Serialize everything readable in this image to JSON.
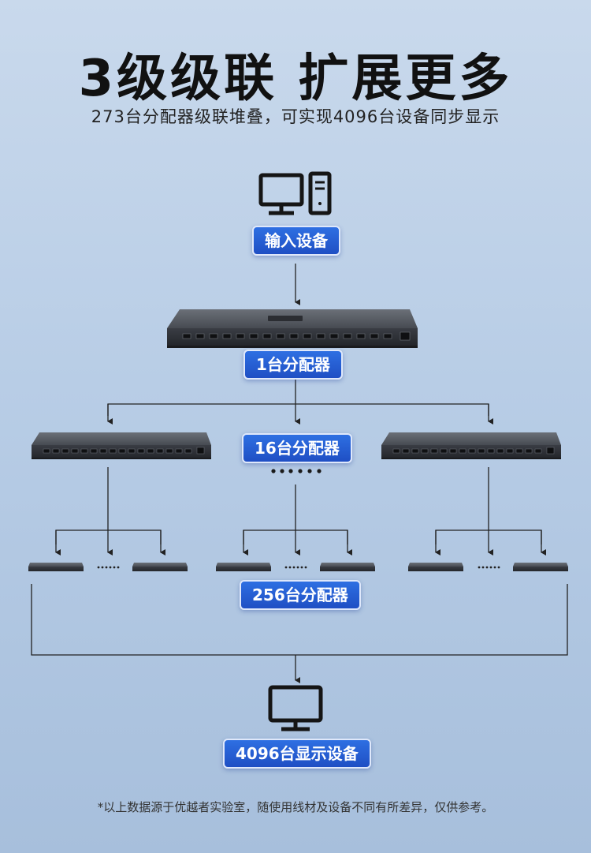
{
  "header": {
    "title": "3级级联 扩展更多",
    "subtitle": "273台分配器级联堆叠，可实现4096台设备同步显示"
  },
  "badges": {
    "input": "输入设备",
    "level1": "1台分配器",
    "level2": "16台分配器",
    "level3": "256台分配器",
    "output": "4096台显示设备"
  },
  "ellipsis": {
    "large": "••••••",
    "small": "••••••"
  },
  "footnote": "*以上数据源于优越者实验室，随使用线材及设备不同有所差异，仅供参考。",
  "colors": {
    "accent": "#2563d8",
    "line": "#222222",
    "device": "#3c4048"
  }
}
